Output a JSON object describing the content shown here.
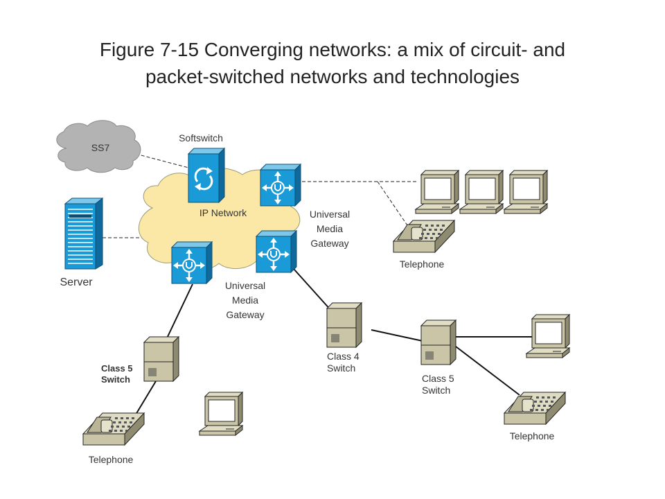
{
  "title": {
    "line1": "Figure 7-15 Converging networks: a mix of circuit- and",
    "line2": "packet-switched networks and technologies"
  },
  "colors": {
    "ss7_cloud": "#b3b3b3",
    "ip_cloud": "#fce8a6",
    "device_blue": "#1a9bd7",
    "computer_tan": "#c9c5a6"
  },
  "nodes": {
    "ss7": {
      "label": "SS7",
      "icon": "cloud-icon"
    },
    "softswitch": {
      "label": "Softswitch",
      "icon": "softswitch-icon"
    },
    "ip_network": {
      "label": "IP Network",
      "icon": "cloud-icon"
    },
    "server": {
      "label": "Server",
      "icon": "server-icon"
    },
    "umg_upper": {
      "label_lines": [
        "Universal",
        "Media",
        "Gateway"
      ],
      "icon": "media-gateway-icon"
    },
    "umg_lower": {
      "label_lines": [
        "Universal",
        "Media",
        "Gateway"
      ],
      "icon": "media-gateway-icon"
    },
    "class4_switch": {
      "label_lines": [
        "Class 4",
        "Switch"
      ],
      "icon": "switch-tower-icon"
    },
    "class5_left": {
      "label_lines": [
        "Class 5",
        "Switch"
      ],
      "icon": "switch-tower-icon"
    },
    "class5_right": {
      "label_lines": [
        "Class 5",
        "Switch"
      ],
      "icon": "switch-tower-icon"
    },
    "telephone_top": {
      "label": "Telephone",
      "icon": "telephone-icon"
    },
    "telephone_right": {
      "label": "Telephone",
      "icon": "telephone-icon"
    },
    "telephone_left": {
      "label": "Telephone",
      "icon": "telephone-icon"
    }
  }
}
